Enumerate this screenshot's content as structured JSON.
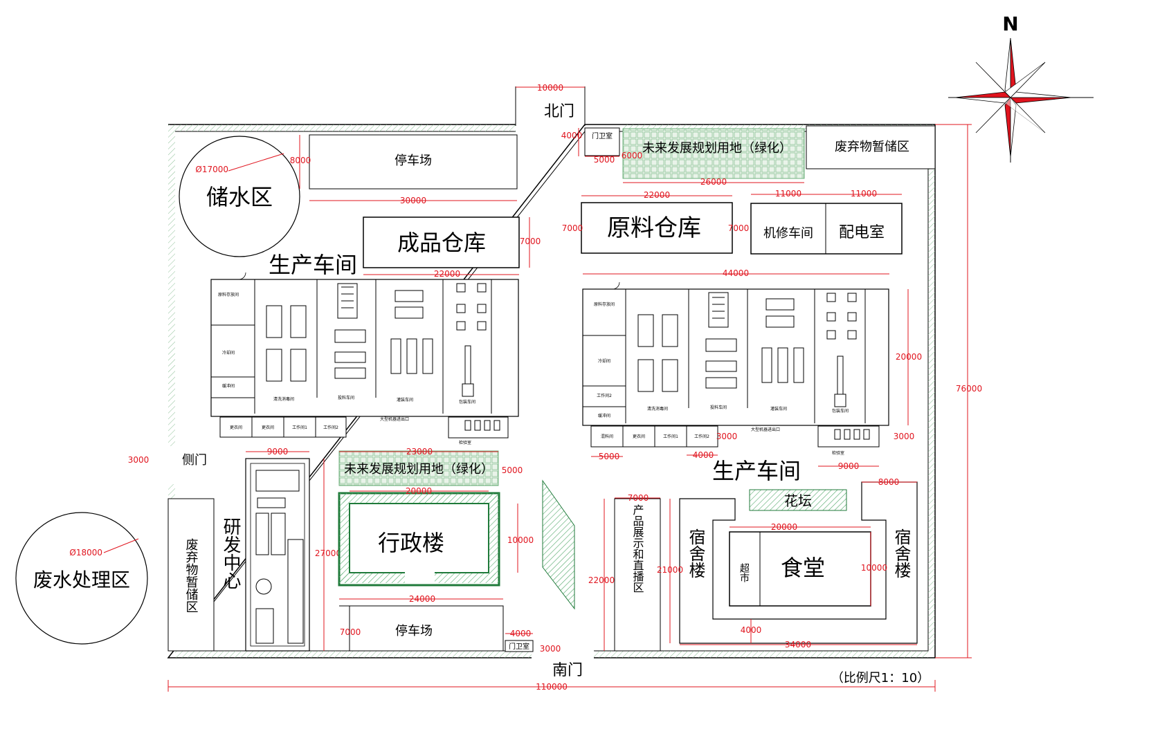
{
  "compass": {
    "north": "N"
  },
  "gates": {
    "north": "北门",
    "south": "南门",
    "side": "侧门"
  },
  "zones": {
    "water_storage": "储水区",
    "wastewater": "废水处理区",
    "parking_north": "停车场",
    "parking_south": "停车场",
    "finished_goods_warehouse": "成品仓库",
    "raw_material_warehouse": "原料仓库",
    "repair_workshop": "机修车间",
    "power_room": "配电室",
    "waste_storage_ne": "废弃物暂储区",
    "waste_storage_w": "废弃物暂储区",
    "future_land_north": "未来发展规划用地（绿化）",
    "future_land_mid": "未来发展规划用地（绿化）",
    "production_left": "生产车间",
    "production_right": "生产车间",
    "admin_building": "行政楼",
    "rd_center": "研发中心",
    "flower_bed": "花坛",
    "canteen": "食堂",
    "supermarket": "超市",
    "dorm_left": "宿舍楼",
    "dorm_right": "宿舍楼",
    "showroom": "产品展示和直播区",
    "guard_north": "门卫室",
    "guard_south": "门卫室"
  },
  "scale_note": "（比例尺1：10）",
  "dimensions": {
    "gate_width": "10000",
    "guard_north_h": "4000",
    "guard_north_w": "5000",
    "future_north_h": "6000",
    "future_north_w": "26000",
    "water_dia": "Ø17000",
    "parking_n_h": "8000",
    "parking_n_w": "30000",
    "warehouse_f_h": "7000",
    "warehouse_f_w": "22000",
    "raw_w": "22000",
    "raw_h": "7000",
    "repair_h": "7000",
    "repair_w": "11000",
    "power_w": "11000",
    "prod_right_w": "44000",
    "prod_right_h": "20000",
    "prod_right_small1": "3000",
    "prod_right_small2": "3000",
    "prod_right_5000": "5000",
    "prod_right_4000": "4000",
    "prod_right_9000": "9000",
    "side_gate": "3000",
    "rd_w": "9000",
    "rd_h": "27000",
    "future_mid_w": "23000",
    "future_mid_h": "5000",
    "admin_w": "20000",
    "admin_h": "10000",
    "parking_s_w": "24000",
    "parking_s_h": "7000",
    "guard_s_w": "4000",
    "guard_s_h": "3000",
    "wastewater_dia": "Ø18000",
    "showroom_w": "7000",
    "showroom_h": "22000",
    "dorm_h": "21000",
    "canteen_w": "20000",
    "canteen_h": "10000",
    "dorm_right_w": "8000",
    "dorm_gap": "4000",
    "living_w": "34000",
    "site_w": "110000",
    "site_h": "76000"
  },
  "equipment_labels": {
    "raw_storage": "原料存放间",
    "cooling": "冷却间",
    "mixing": "混料间",
    "work1": "工作间1",
    "work2": "工作间2",
    "changing": "更衣间",
    "buffer": "缓冲间",
    "packing": "包装车间",
    "cleaning": "清洗消毒间",
    "dispensing": "投料车间",
    "filling": "灌装车间",
    "outlet": "大型机器进出口",
    "inspection": "检验室"
  },
  "colors": {
    "dim": "#e0141e",
    "green": "#1f7a3a",
    "hatch_green": "#53a86b",
    "compass_red": "#e0141e"
  }
}
